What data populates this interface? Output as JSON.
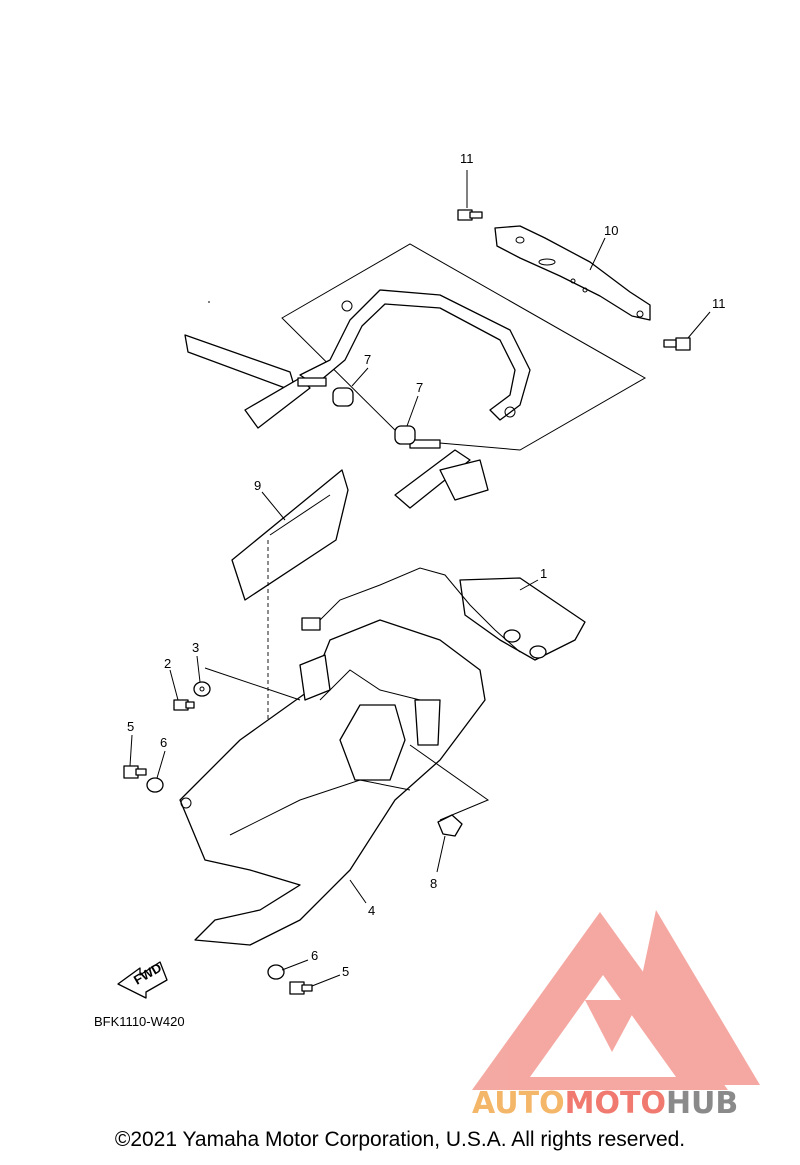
{
  "diagram": {
    "callouts": [
      {
        "id": "c11a",
        "text": "11"
      },
      {
        "id": "c10",
        "text": "10"
      },
      {
        "id": "c11b",
        "text": "11"
      },
      {
        "id": "c7a",
        "text": "7"
      },
      {
        "id": "c7b",
        "text": "7"
      },
      {
        "id": "c9",
        "text": "9"
      },
      {
        "id": "c1",
        "text": "1"
      },
      {
        "id": "c2",
        "text": "2"
      },
      {
        "id": "c3",
        "text": "3"
      },
      {
        "id": "c5a",
        "text": "5"
      },
      {
        "id": "c6a",
        "text": "6"
      },
      {
        "id": "c8",
        "text": "8"
      },
      {
        "id": "c4",
        "text": "4"
      },
      {
        "id": "c6b",
        "text": "6"
      },
      {
        "id": "c5b",
        "text": "5"
      }
    ],
    "fwd_label": "FWD",
    "drawing_code": "BFK1110-W420"
  },
  "watermark": {
    "part1": "AUTO",
    "part2": "MOTO",
    "part3": "HUB",
    "colors": {
      "auto": "#f4b76a",
      "moto": "#f07a70",
      "hub": "#8a8a8a",
      "logo": "#f08a80"
    }
  },
  "copyright": "©2021 Yamaha Motor Corporation, U.S.A. All rights reserved."
}
